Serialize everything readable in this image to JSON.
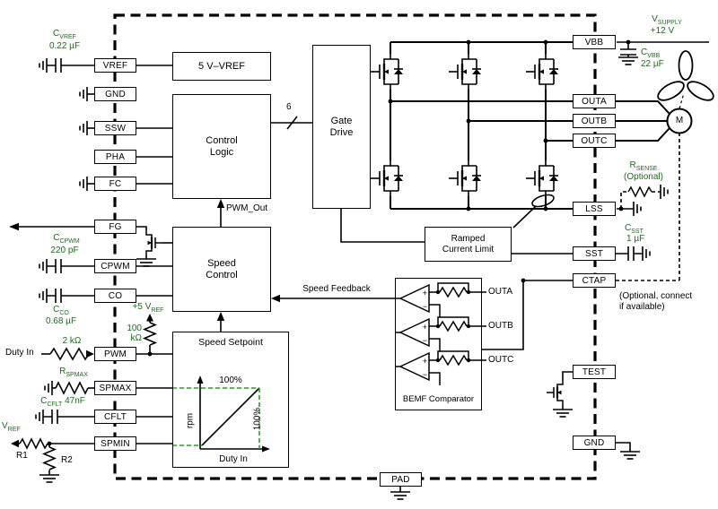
{
  "colors": {
    "wire": "#000000",
    "label_green": "#1e6b1e",
    "graph_dash_green": "#2e9b2e",
    "background": "#ffffff"
  },
  "pins": {
    "left": [
      {
        "label": "VREF"
      },
      {
        "label": "GND"
      },
      {
        "label": "SSW"
      },
      {
        "label": "PHA"
      },
      {
        "label": "FC"
      },
      {
        "label": "FG"
      },
      {
        "label": "CPWM"
      },
      {
        "label": "CO"
      },
      {
        "label": "PWM"
      },
      {
        "label": "SPMAX"
      },
      {
        "label": "CFLT"
      },
      {
        "label": "SPMIN"
      }
    ],
    "right": [
      {
        "label": "VBB"
      },
      {
        "label": "OUTA"
      },
      {
        "label": "OUTB"
      },
      {
        "label": "OUTC"
      },
      {
        "label": "LSS"
      },
      {
        "label": "SST"
      },
      {
        "label": "CTAP"
      },
      {
        "label": "TEST"
      },
      {
        "label": "GND"
      }
    ],
    "bottom": [
      {
        "label": "PAD"
      }
    ]
  },
  "blocks": {
    "regulator": {
      "label": "5 V–VREF"
    },
    "control_logic": {
      "line1": "Control",
      "line2": "Logic"
    },
    "gate_drive": {
      "line1": "Gate",
      "line2": "Drive"
    },
    "speed_control": {
      "line1": "Speed",
      "line2": "Control"
    },
    "speed_setpoint": {
      "title": "Speed Setpoint"
    },
    "ramped_current_limit": {
      "line1": "Ramped",
      "line2": "Current Limit"
    },
    "bemf_comparator": {
      "title": "BEMF Comparator"
    }
  },
  "signals": {
    "bus_width": "6",
    "pwm_out": "PWM_Out",
    "speed_feedback": "Speed Feedback",
    "plus": "+",
    "minus": "−",
    "bemf_outputs": [
      {
        "label": "OUTA"
      },
      {
        "label": "OUTB"
      },
      {
        "label": "OUTC"
      }
    ],
    "motor": "M"
  },
  "graph": {
    "y_axis": "rpm",
    "x_axis": "Duty In",
    "y_max": "100%",
    "x_max": "100%"
  },
  "components": {
    "c_vref": {
      "pre": "C",
      "sub": "VREF",
      "value": "0.22 µF"
    },
    "c_cpwm": {
      "pre": "C",
      "sub": "CPWM",
      "value": "220 pF"
    },
    "c_co": {
      "pre": "C",
      "sub": "CO",
      "value": "0.68 µF"
    },
    "pullup": {
      "pre": "+5 V",
      "sub": "REF"
    },
    "pullup_r": {
      "line1": "100",
      "line2": "kΩ"
    },
    "r_pwm": {
      "value": "2 kΩ"
    },
    "duty_in": {
      "label": "Duty In"
    },
    "r_spmax": {
      "pre": "R",
      "sub": "SPMAX"
    },
    "c_cflt": {
      "pre": "C",
      "sub": "CFLT",
      "value": "47nF"
    },
    "v_ref": {
      "pre": "V",
      "sub": "REF"
    },
    "r1": {
      "label": "R1"
    },
    "r2": {
      "label": "R2"
    },
    "v_supply": {
      "pre": "V",
      "sub": "SUPPLY",
      "value": "+12 V"
    },
    "c_vbb": {
      "pre": "C",
      "sub": "VBB",
      "value": "22 µF"
    },
    "r_sense": {
      "pre": "R",
      "sub": "SENSE",
      "note": "(Optional)"
    },
    "c_sst": {
      "pre": "C",
      "sub": "SST",
      "value": "1 µF"
    },
    "ctap_note": {
      "line1": "(Optional, connect",
      "line2": "if available)"
    }
  }
}
